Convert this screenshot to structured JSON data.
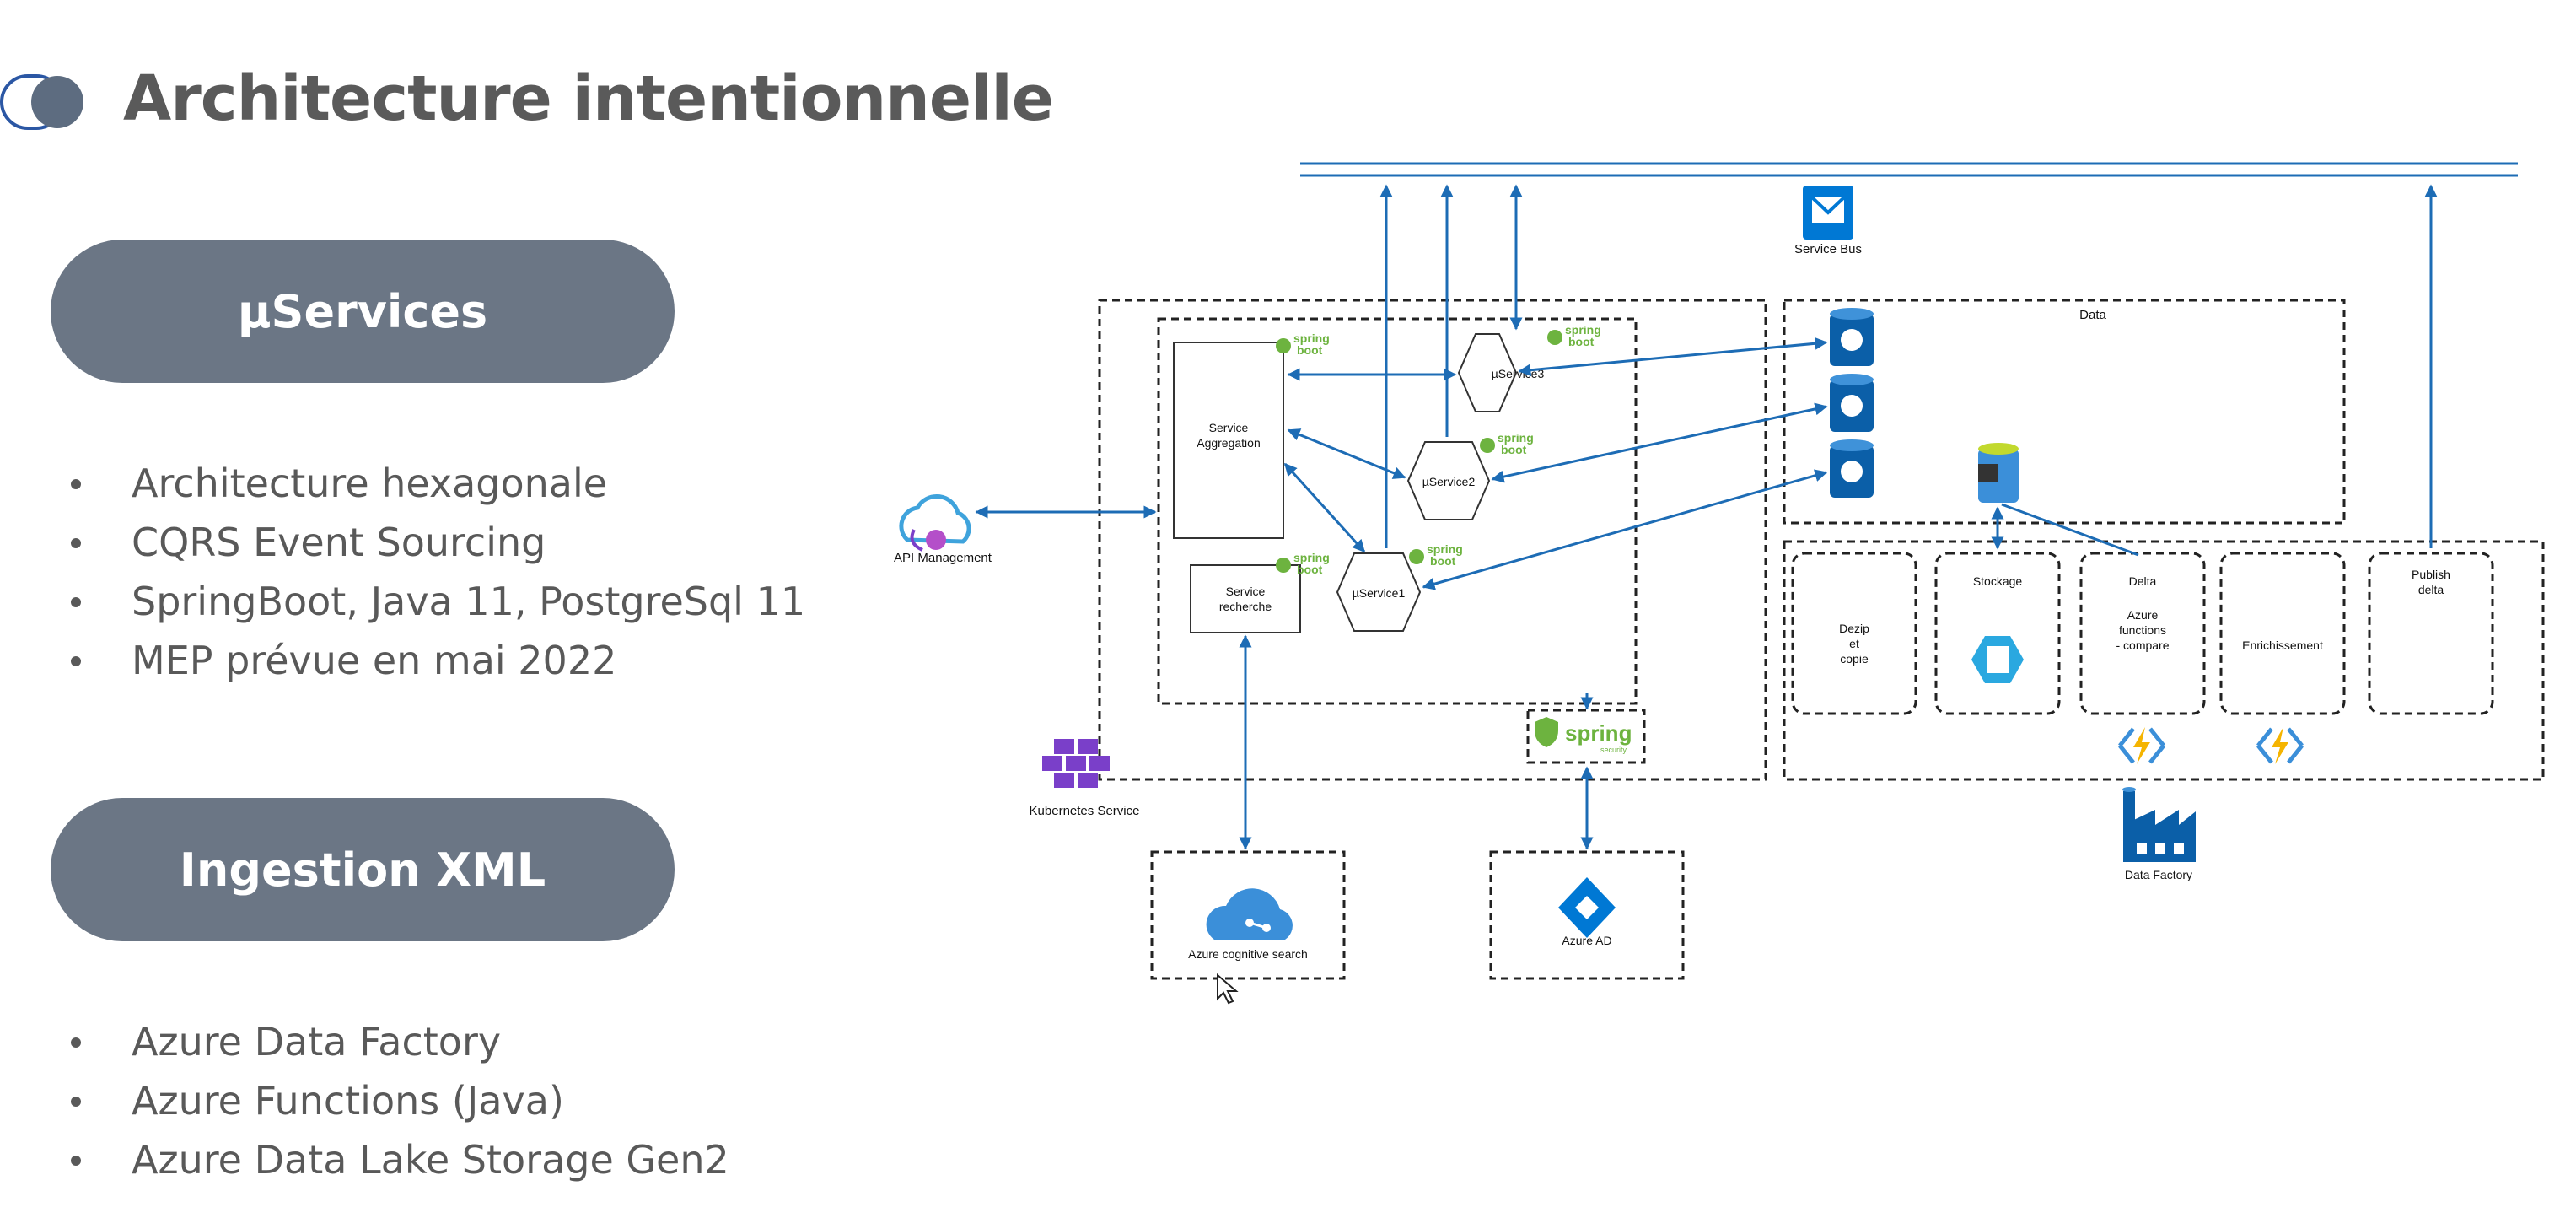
{
  "title": "Architecture intentionnelle",
  "sections": [
    {
      "heading": "µServices",
      "bullets": [
        "Architecture hexagonale",
        "CQRS Event Sourcing",
        "SpringBoot, Java 11, PostgreSql 11",
        "MEP prévue en mai 2022"
      ]
    },
    {
      "heading": "Ingestion XML",
      "bullets": [
        "Azure Data Factory",
        "Azure Functions (Java)",
        "Azure Data Lake Storage Gen2"
      ]
    }
  ],
  "diagram": {
    "service_bus": "Service Bus",
    "api_management": "API Management",
    "kubernetes_service": "Kubernetes Service",
    "service_aggregation": [
      "Service",
      "Aggregation"
    ],
    "service_recherche": [
      "Service",
      "recherche"
    ],
    "uservice1": "µService1",
    "uservice2": "µService2",
    "uservice3": "µService3",
    "spring_boot": [
      "spring",
      "boot"
    ],
    "spring_security": [
      "spring",
      "security"
    ],
    "cognitive_search": "Azure cognitive search",
    "azure_ad": "Azure AD",
    "data": "Data",
    "dezip": [
      "Dezip",
      "et",
      "copie"
    ],
    "stockage": "Stockage",
    "delta": "Delta",
    "azure_functions": [
      "Azure",
      "functions",
      "- compare"
    ],
    "enrichissement": "Enrichissement",
    "publish_delta": [
      "Publish",
      "delta"
    ],
    "data_factory": "Data Factory"
  },
  "colors": {
    "pill": "#6b7685",
    "title": "#5a5a5a",
    "bullet_text": "#595959",
    "arrow": "#1d6cb5",
    "spring_green": "#6db33f",
    "azure_blue": "#0078d4"
  }
}
